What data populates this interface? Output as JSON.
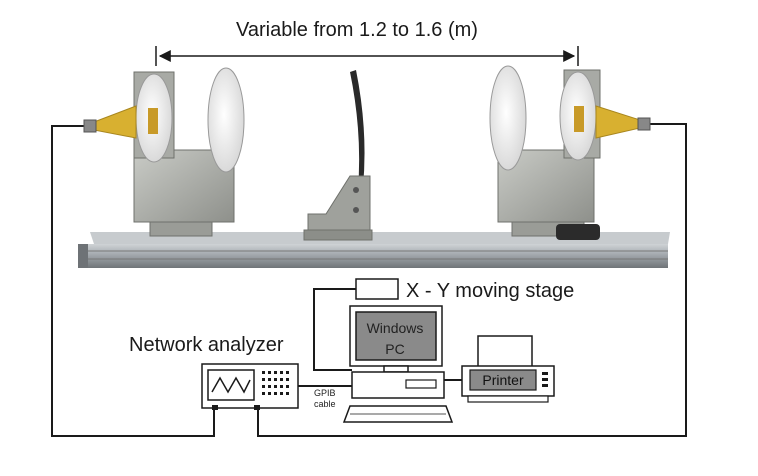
{
  "diagram": {
    "span_label": "Variable from 1.2 to 1.6 (m)",
    "network_analyzer_label": "Network analyzer",
    "xy_stage_label": "X - Y moving stage",
    "pc_label_line1": "Windows",
    "pc_label_line2": "PC",
    "printer_label": "Printer",
    "gpib_label_line1": "GPIB",
    "gpib_label_line2": "cable"
  },
  "colors": {
    "wire": "#1a1a1a",
    "rail": "#a8adb2",
    "metal": "#b7b9b4",
    "horn": "#d8b030",
    "lens": "#f2f2f2",
    "screen": "#8a8a8a"
  }
}
